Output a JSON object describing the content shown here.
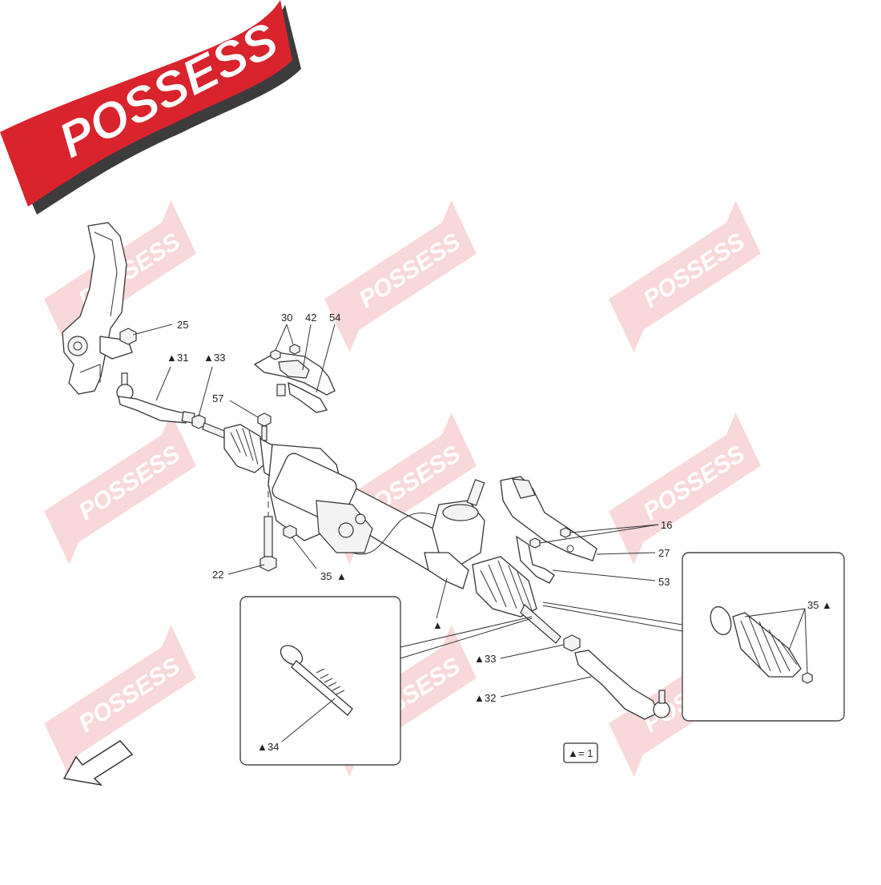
{
  "brand": {
    "logo_text": "POSSESS",
    "banner_color": "#d9232d",
    "watermark_color": "#e8a0a4"
  },
  "callouts": {
    "c25": "25",
    "c31": "31",
    "c33_top": "33",
    "c57": "57",
    "c30": "30",
    "c42": "42",
    "c54": "54",
    "c16": "16",
    "c27": "27",
    "c53": "53",
    "c22": "22",
    "c35_mid": "35",
    "c35_inset": "35",
    "c33_bottom": "33",
    "c32": "32",
    "c34": "34"
  },
  "legend": {
    "symbol": "▲",
    "text": "= 1"
  },
  "marker": "▲",
  "icons": {
    "marker": "triangle-icon",
    "direction": "arrow-icon"
  }
}
